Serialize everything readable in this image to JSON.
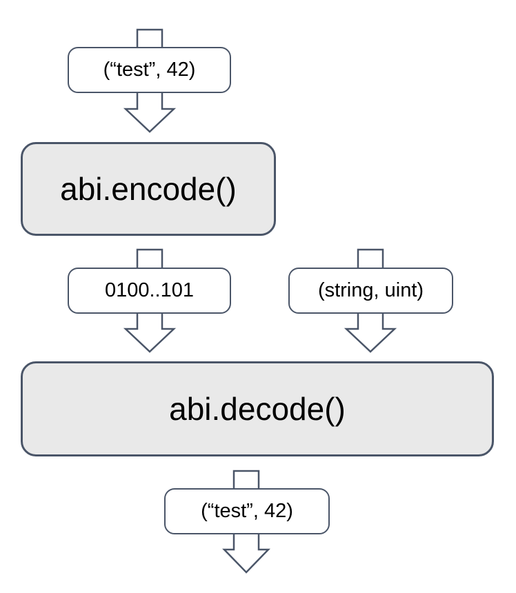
{
  "diagram": {
    "nodes": {
      "input_value": "(“test”, 42)",
      "encode_fn": "abi.encode()",
      "encoded_bytes": "0100..101",
      "type_signature": "(string, uint)",
      "decode_fn": "abi.decode()",
      "decoded_value": "(“test”, 42)"
    },
    "colors": {
      "stroke": "#4a5568",
      "process_fill": "#e9e9e9",
      "label_fill": "#ffffff",
      "text": "#000000",
      "background": "#ffffff"
    }
  }
}
